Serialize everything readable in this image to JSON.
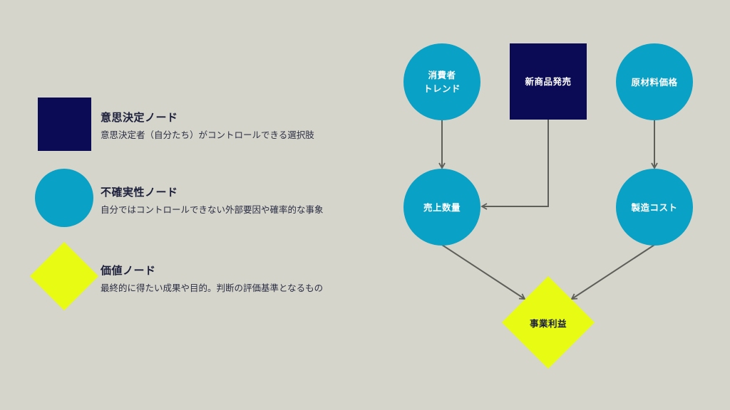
{
  "legend": {
    "items": [
      {
        "shape": "square",
        "title": "意思決定ノード",
        "description": "意思決定者（自分たち）がコントロールできる選択肢",
        "color": "#0b0b55"
      },
      {
        "shape": "circle",
        "title": "不確実性ノード",
        "description": "自分ではコントロールできない外部要因や確率的な事象",
        "color": "#0aa1c6"
      },
      {
        "shape": "diamond",
        "title": "価値ノード",
        "description": "最終的に得たい成果や目的。判断の評価基準となるもの",
        "color": "#e8fb12"
      }
    ]
  },
  "diagram": {
    "nodes": [
      {
        "id": "consumer_trend",
        "type": "uncertainty",
        "label_lines": [
          "消費者",
          "トレンド"
        ]
      },
      {
        "id": "new_product",
        "type": "decision",
        "label": "新商品発売"
      },
      {
        "id": "raw_material",
        "type": "uncertainty",
        "label": "原材料価格"
      },
      {
        "id": "sales_volume",
        "type": "uncertainty",
        "label": "売上数量"
      },
      {
        "id": "manufacturing_cost",
        "type": "uncertainty",
        "label": "製造コスト"
      },
      {
        "id": "business_profit",
        "type": "value",
        "label": "事業利益"
      }
    ],
    "edges": [
      {
        "from": "consumer_trend",
        "to": "sales_volume"
      },
      {
        "from": "new_product",
        "to": "sales_volume"
      },
      {
        "from": "raw_material",
        "to": "manufacturing_cost"
      },
      {
        "from": "sales_volume",
        "to": "business_profit"
      },
      {
        "from": "manufacturing_cost",
        "to": "business_profit"
      }
    ],
    "colors": {
      "background": "#d6d5cb",
      "decision": "#0b0b55",
      "uncertainty": "#0aa1c6",
      "value": "#e8fb12",
      "arrow": "#5f5f5a"
    }
  }
}
